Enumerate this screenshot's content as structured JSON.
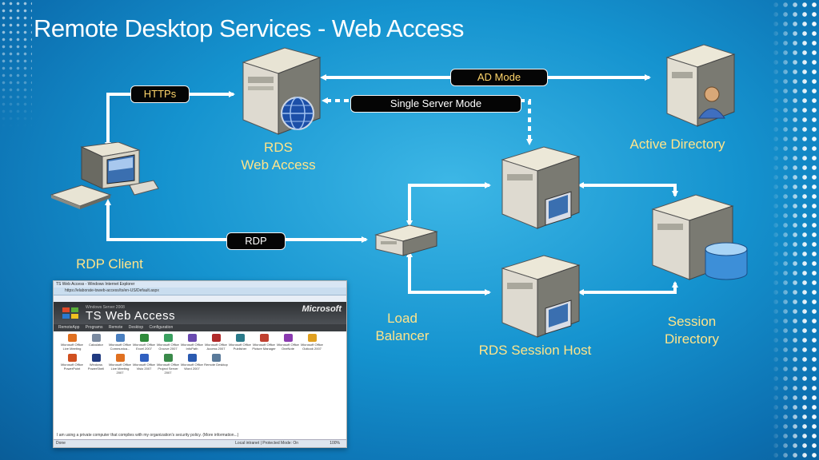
{
  "title": "Remote Desktop Services - Web Access",
  "connections": {
    "https": "HTTPs",
    "ad_mode": "AD Mode",
    "single_server_mode": "Single Server Mode",
    "rdp": "RDP"
  },
  "nodes": {
    "rds_web_access": "RDS\nWeb Access",
    "active_directory": "Active Directory",
    "rdp_client": "RDP Client",
    "load_balancer": "Load\nBalancer",
    "rds_session_host": "RDS Session Host",
    "session_directory": "Session\nDirectory"
  },
  "colors": {
    "label": "#ffe48a",
    "pill_bg": "#050505",
    "arrow": "#ffffff"
  },
  "screenshot": {
    "window_title": "TS Web Access - Windows Internet Explorer",
    "address": "https://elaborate-tsweb-access/ts/en-US/Default.aspx",
    "header_small": "Windows Server 2008",
    "header_title": "TS Web Access",
    "brand": "Microsoft",
    "tabs": "RemoteApp Programs   Remote Desktop   Configuration",
    "apps": [
      {
        "name": "Microsoft Office Live Meeting",
        "color": "#e07020"
      },
      {
        "name": "Calculator",
        "color": "#7a8aa0"
      },
      {
        "name": "Microsoft Office Communica...",
        "color": "#4a7fc0"
      },
      {
        "name": "Microsoft Office Excel 2007",
        "color": "#2e8b3a"
      },
      {
        "name": "Microsoft Office Groove 2007",
        "color": "#3aa060"
      },
      {
        "name": "Microsoft Office InfoPath",
        "color": "#6a4ab0"
      },
      {
        "name": "Microsoft Office Access 2007",
        "color": "#b02a2a"
      },
      {
        "name": "Microsoft Office Publisher",
        "color": "#2a7a8a"
      },
      {
        "name": "Microsoft Office Picture Manager",
        "color": "#c04030"
      },
      {
        "name": "Microsoft Office OneNote",
        "color": "#8a3ab0"
      },
      {
        "name": "Microsoft Office Outlook 2007",
        "color": "#e0a020"
      },
      {
        "name": "Microsoft Office PowerPoint",
        "color": "#d05020"
      },
      {
        "name": "Windows PowerShell",
        "color": "#203a80"
      },
      {
        "name": "Microsoft Office Live Meeting 2007",
        "color": "#e07020"
      },
      {
        "name": "Microsoft Office Visio 2007",
        "color": "#3060c0"
      },
      {
        "name": "Microsoft Office Project Server 2007",
        "color": "#3a8a4a"
      },
      {
        "name": "Microsoft Office Word 2007",
        "color": "#2a5ab0"
      },
      {
        "name": "Remote Desktop",
        "color": "#5a7a9a"
      }
    ],
    "footer": "I am using a private computer that complies with my organization's security policy. (More information...)",
    "status_left": "Done",
    "status_zone": "Local intranet | Protected Mode: On",
    "zoom": "100%"
  }
}
